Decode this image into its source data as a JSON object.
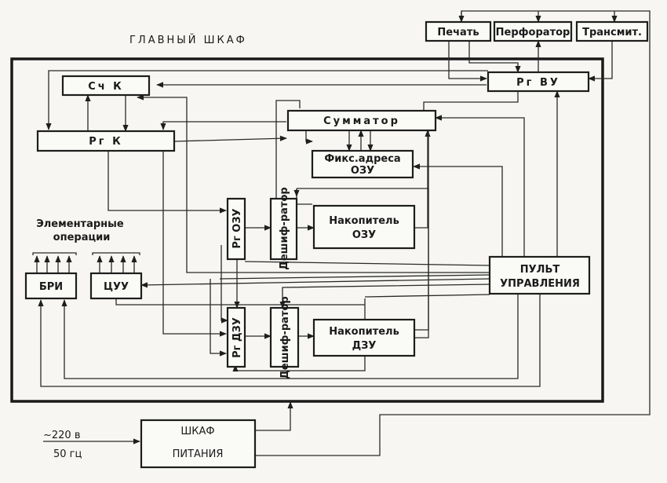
{
  "title": "ГЛАВНЫЙ ШКАФ",
  "blocks": {
    "pechat": "Печать",
    "perforator": "Перфоратор",
    "transmit": "Трансмит.",
    "rg_vu": "Рг ВУ",
    "sch_k": "Сч К",
    "summator": "Сумматор",
    "rg_k": "Рг К",
    "fix_line1": "Фикс.адреса",
    "fix_line2": "ОЗУ",
    "rg_ozu": "Рг ОЗУ",
    "deshif1": "Дешиф-ратор",
    "nakop_ozu_line1": "Накопитель",
    "nakop_ozu_line2": "ОЗУ",
    "el_ops_line1": "Элементарные",
    "el_ops_line2": "операции",
    "bri": "БРИ",
    "cuu": "ЦУУ",
    "pult_line1": "ПУЛЬТ",
    "pult_line2": "УПРАВЛЕНИЯ",
    "rg_dzu": "Рг ДЗУ",
    "deshif2": "Дешиф-ратор",
    "nakop_dzu_line1": "Накопитель",
    "nakop_dzu_line2": "ДЗУ",
    "power_line1": "ШКАФ",
    "power_line2": "ПИТАНИЯ"
  },
  "power_input": {
    "voltage": "~220 в",
    "frequency": "50 гц"
  }
}
